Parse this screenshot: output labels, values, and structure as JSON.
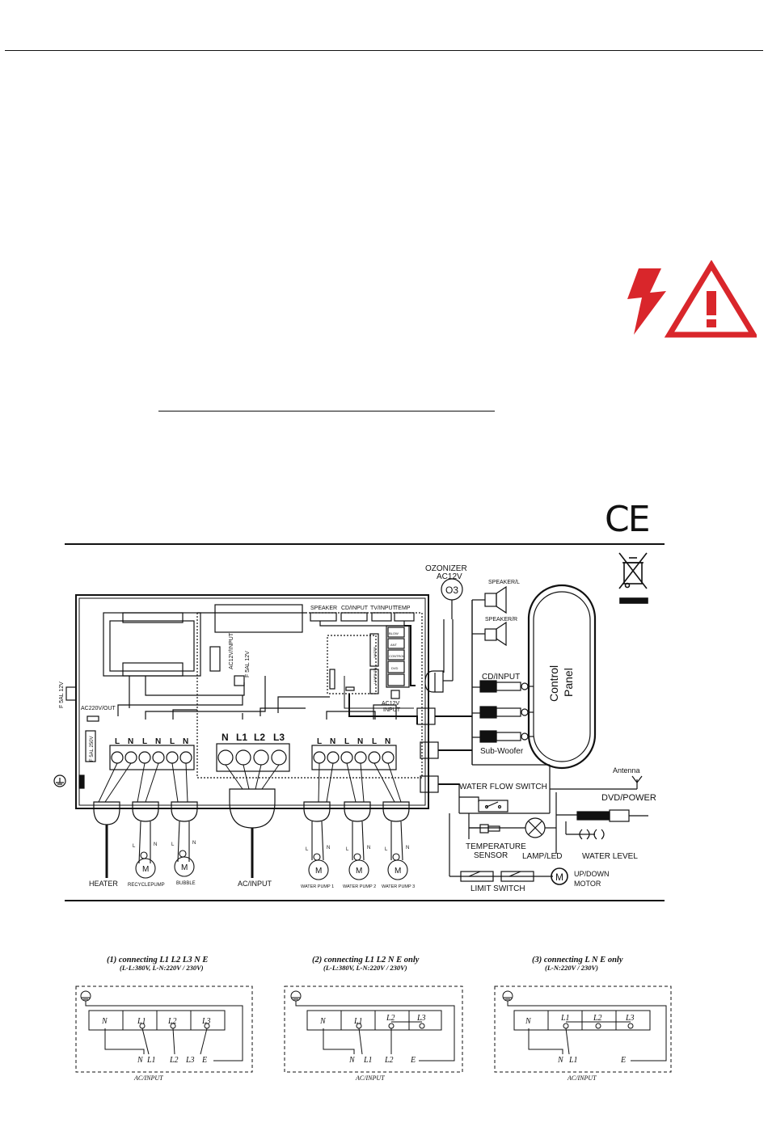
{
  "icons": {
    "warning": "electrical-hazard-warning-icon",
    "ce": "ce-mark-icon",
    "weee": "crossed-out-wheelie-bin-icon"
  },
  "colors": {
    "warning_red": "#d9262b",
    "line": "#111111"
  },
  "ce_mark": "CE",
  "board": {
    "top_ports": [
      "SPEAKER",
      "CD/INPUT",
      "TV/INPUT",
      "TEMP"
    ],
    "ac12v_input_top": "AC12V/INPUT",
    "fsal12v_small": "F 5AL 12V",
    "fsal12v_left": "F 5AL 12V",
    "ac220v_out": "AC220V/OUT",
    "fsal250v": "F 5AL 250V",
    "ac12v_input_bottom": [
      "AC12V",
      "INPUT"
    ],
    "terminal_left": [
      "L",
      "N",
      "L",
      "N",
      "L",
      "N"
    ],
    "terminal_main": [
      "N",
      "L1",
      "L2",
      "L3"
    ],
    "terminal_right": [
      "L",
      "N",
      "L",
      "N",
      "L",
      "N"
    ],
    "mini_labels": [
      "BLOW",
      "ANT",
      "CONTROL",
      "DVD",
      "LAMP/LED",
      "WATER"
    ]
  },
  "ozonizer": {
    "label": "OZONIZER",
    "voltage": "AC12V",
    "symbol": "O3"
  },
  "peripherals": {
    "speaker_l": "SPEAKER/L",
    "speaker_r": "SPEAKER/R",
    "cd_input": "CD/INPUT",
    "sub_woofer": "Sub-Woofer",
    "control_panel": [
      "Control",
      "Panel"
    ],
    "antenna": "Antenna",
    "dvd_power": "DVD/POWER",
    "water_flow_switch": "WATER FLOW SWITCH",
    "temperature_sensor": [
      "TEMPERATURE",
      "SENSOR"
    ],
    "lamp_led": "LAMP/LED",
    "water_level": "WATER LEVEL",
    "limit_switch": "LIMIT SWITCH",
    "motor_symbol": "M",
    "up_down_motor": [
      "UP/DOWN",
      "MOTOR"
    ]
  },
  "bottom_devices": {
    "heater": "HEATER",
    "recycle_pump": "RECYCLEPUMP",
    "bubble": "BUBBLE",
    "ac_input": "AC/INPUT",
    "water_pump_1": "WATER PUMP 1",
    "water_pump_2": "WATER PUMP 2",
    "water_pump_3": "WATER PUMP 3",
    "motor_letter": "M",
    "pump_pins": [
      "L",
      "N"
    ]
  },
  "wiring_options": [
    {
      "title": "(1) connecting L1  L2  L3  N E",
      "subtitle": "(L-L:380V, L-N:220V / 230V)",
      "terminals": [
        "N",
        "L1",
        "L2",
        "L3"
      ],
      "wires": [
        "N",
        "L1",
        "L2",
        "L3",
        "E"
      ],
      "caption": "AC/INPUT"
    },
    {
      "title": "(2) connecting L1  L2  N  E  only",
      "subtitle": "(L-L:380V, L-N:220V / 230V)",
      "terminals": [
        "N",
        "L1",
        "L2",
        "L3"
      ],
      "wires": [
        "N",
        "L1",
        "L2",
        "E"
      ],
      "caption": "AC/INPUT"
    },
    {
      "title": "(3) connecting  L  N  E  only",
      "subtitle": "(L-N:220V / 230V)",
      "terminals": [
        "N",
        "L1",
        "L2",
        "L3"
      ],
      "wires": [
        "N",
        "L1",
        "E"
      ],
      "caption": "AC/INPUT"
    }
  ]
}
